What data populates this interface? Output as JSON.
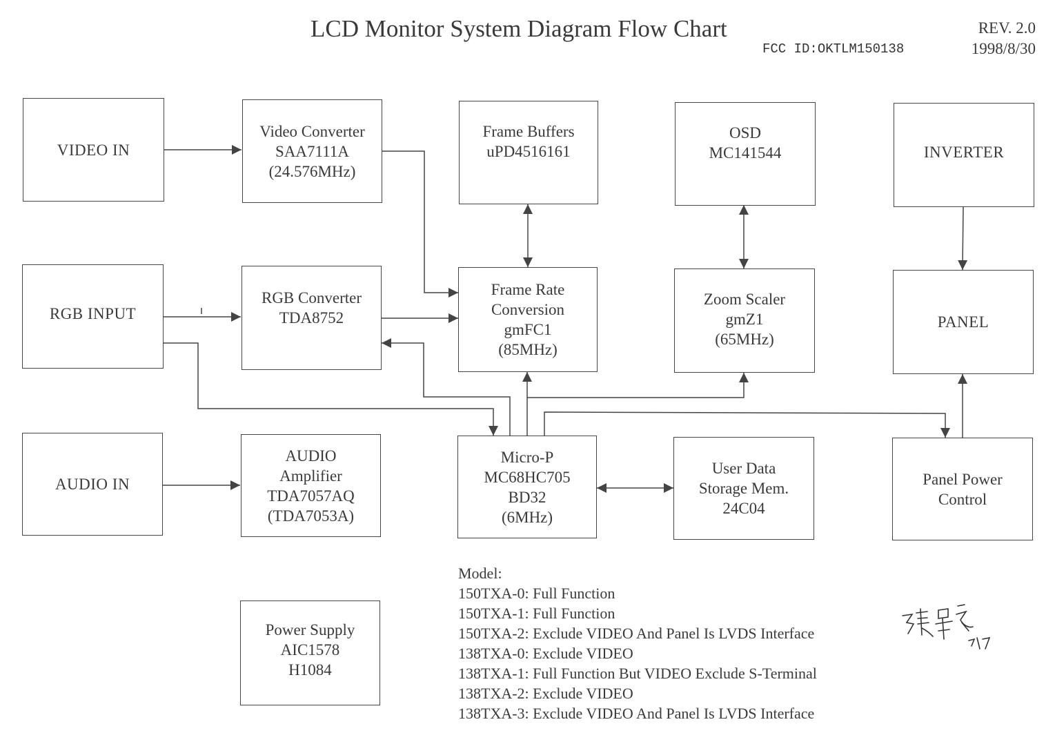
{
  "header": {
    "title": "LCD Monitor System Diagram Flow Chart",
    "fcc_id": "FCC ID:OKTLM150138",
    "revision": "REV. 2.0",
    "date": "1998/8/30"
  },
  "blocks": {
    "video_in": "VIDEO IN",
    "video_converter": "Video Converter\nSAA7111A\n(24.576MHz)",
    "frame_buffers": "Frame Buffers\nuPD4516161",
    "osd": "OSD\nMC141544",
    "inverter": "INVERTER",
    "rgb_input": "RGB INPUT",
    "rgb_converter": "RGB Converter\nTDA8752",
    "frame_rate_conversion": "Frame Rate\nConversion\ngmFC1\n(85MHz)",
    "zoom_scaler": "Zoom Scaler\ngmZ1\n(65MHz)",
    "panel": "PANEL",
    "audio_in": "AUDIO IN",
    "audio_amplifier": "AUDIO\nAmplifier\nTDA7057AQ\n(TDA7053A)",
    "micro_p": "Micro-P\nMC68HC705\nBD32\n(6MHz)",
    "user_data_storage": "User Data\nStorage Mem.\n24C04",
    "panel_power_control": "Panel Power\nControl",
    "power_supply": "Power Supply\nAIC1578\nH1084"
  },
  "connections": [
    {
      "from": "VIDEO IN",
      "to": "Video Converter",
      "type": "one-way"
    },
    {
      "from": "Video Converter",
      "to": "Frame Rate Conversion",
      "type": "one-way"
    },
    {
      "from": "RGB INPUT",
      "to": "RGB Converter",
      "type": "one-way"
    },
    {
      "from": "RGB Converter",
      "to": "Frame Rate Conversion",
      "type": "one-way"
    },
    {
      "from": "RGB INPUT",
      "to": "Micro-P",
      "type": "one-way"
    },
    {
      "from": "Micro-P",
      "to": "RGB Converter",
      "type": "one-way"
    },
    {
      "from": "Micro-P",
      "to": "Frame Rate Conversion",
      "type": "one-way"
    },
    {
      "from": "Micro-P",
      "to": "Zoom Scaler",
      "type": "one-way"
    },
    {
      "from": "Micro-P",
      "to": "Panel Power Control",
      "type": "one-way"
    },
    {
      "from": "Frame Buffers",
      "to": "Frame Rate Conversion",
      "type": "two-way"
    },
    {
      "from": "OSD",
      "to": "Zoom Scaler",
      "type": "two-way"
    },
    {
      "from": "INVERTER",
      "to": "PANEL",
      "type": "one-way"
    },
    {
      "from": "Panel Power Control",
      "to": "PANEL",
      "type": "one-way"
    },
    {
      "from": "AUDIO IN",
      "to": "AUDIO Amplifier",
      "type": "one-way"
    },
    {
      "from": "Micro-P",
      "to": "User Data Storage Mem.",
      "type": "two-way"
    }
  ],
  "notes": {
    "heading": "Model:",
    "models": [
      "150TXA-0: Full Function",
      "150TXA-1: Full Function",
      "150TXA-2: Exclude VIDEO And Panel Is LVDS Interface",
      "138TXA-0: Exclude VIDEO",
      "138TXA-1: Full Function But VIDEO Exclude S-Terminal",
      "138TXA-2: Exclude VIDEO",
      "138TXA-3: Exclude VIDEO And Panel Is LVDS Interface"
    ]
  },
  "colors": {
    "line": "#444444",
    "text": "#3a3a3a",
    "background": "#ffffff"
  }
}
